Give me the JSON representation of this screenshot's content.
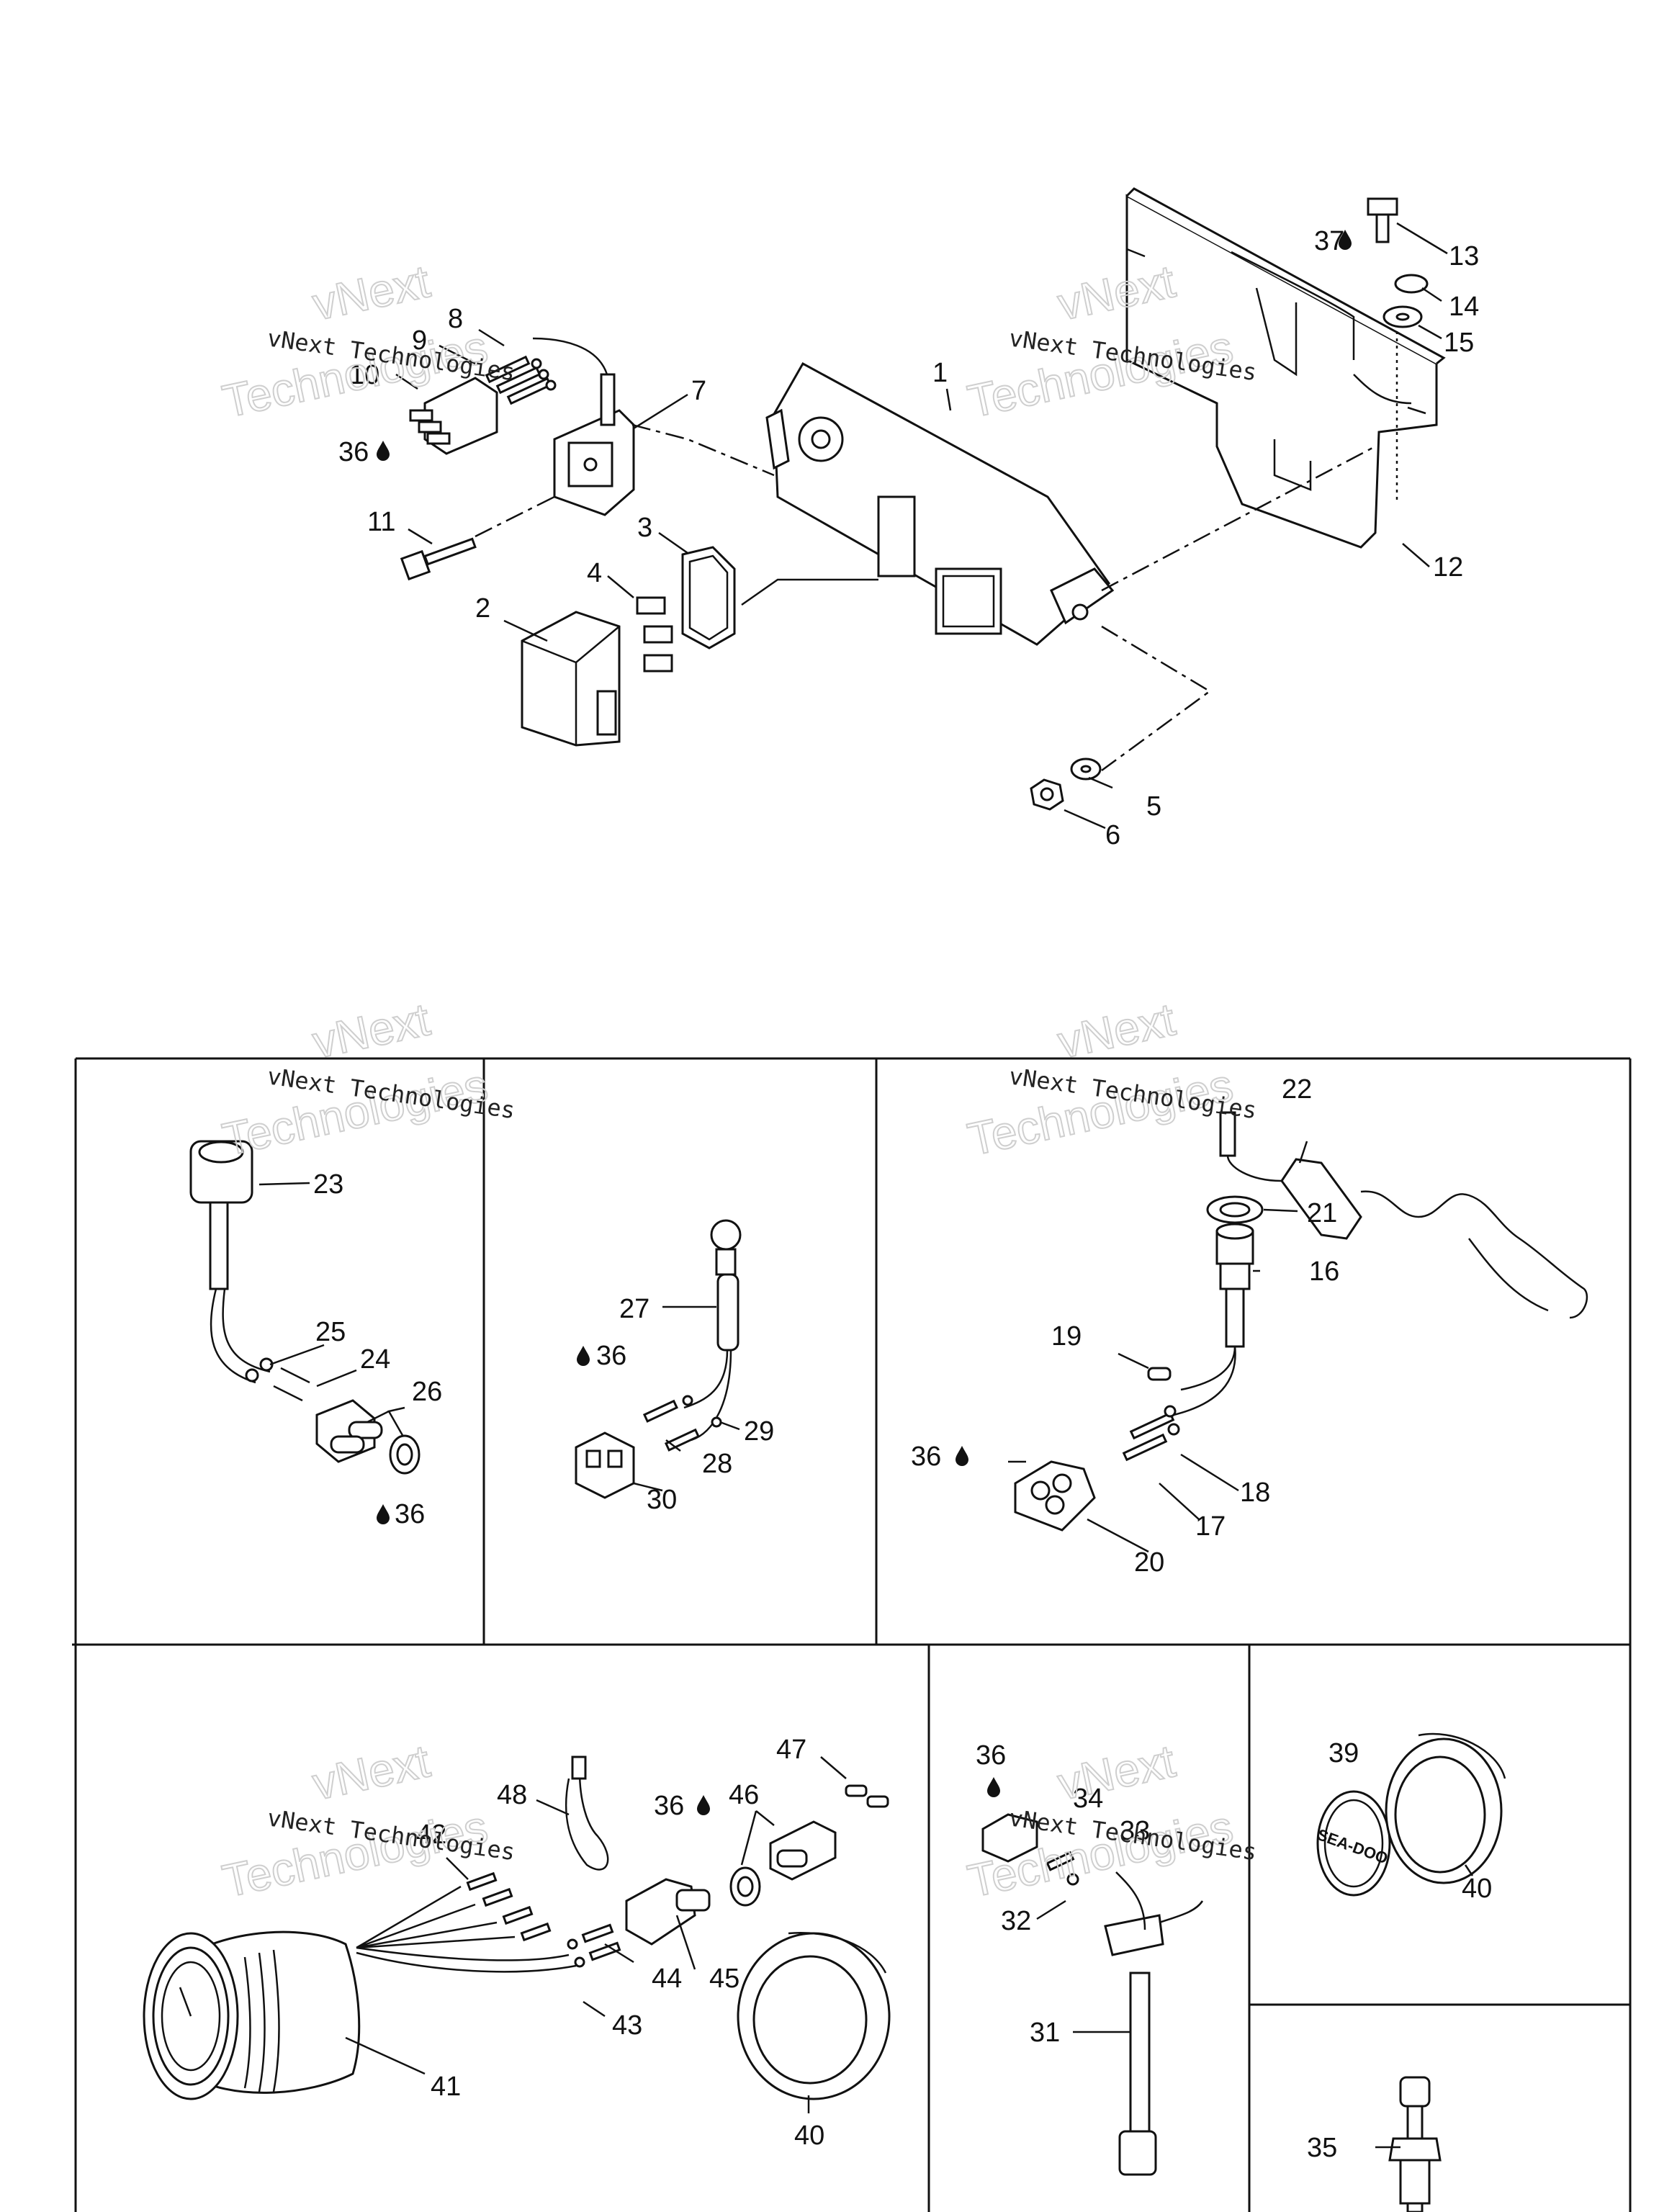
{
  "watermark": {
    "line1": "vNext Technologies",
    "line2a": "vNext",
    "line2b": "Technologies"
  },
  "callouts": {
    "c1": "1",
    "c2": "2",
    "c3": "3",
    "c4": "4",
    "c5": "5",
    "c6": "6",
    "c7": "7",
    "c8": "8",
    "c9": "9",
    "c10": "10",
    "c11": "11",
    "c12": "12",
    "c13": "13",
    "c14": "14",
    "c15": "15",
    "c16": "16",
    "c17": "17",
    "c18": "18",
    "c19": "19",
    "c20": "20",
    "c21": "21",
    "c22": "22",
    "c23": "23",
    "c24": "24",
    "c25": "25",
    "c26": "26",
    "c27": "27",
    "c28": "28",
    "c29": "29",
    "c30": "30",
    "c31": "31",
    "c32": "32",
    "c33": "33",
    "c34": "34",
    "c35": "35",
    "c36": "36",
    "c37": "37",
    "c39": "39",
    "c40": "40",
    "c41": "41",
    "c42": "42",
    "c43": "43",
    "c44": "44",
    "c45": "45",
    "c46": "46",
    "c47": "47",
    "c48": "48"
  },
  "cap_logo": "SEA-DOO",
  "icons": {
    "lubricant": "oil-drop-icon"
  }
}
